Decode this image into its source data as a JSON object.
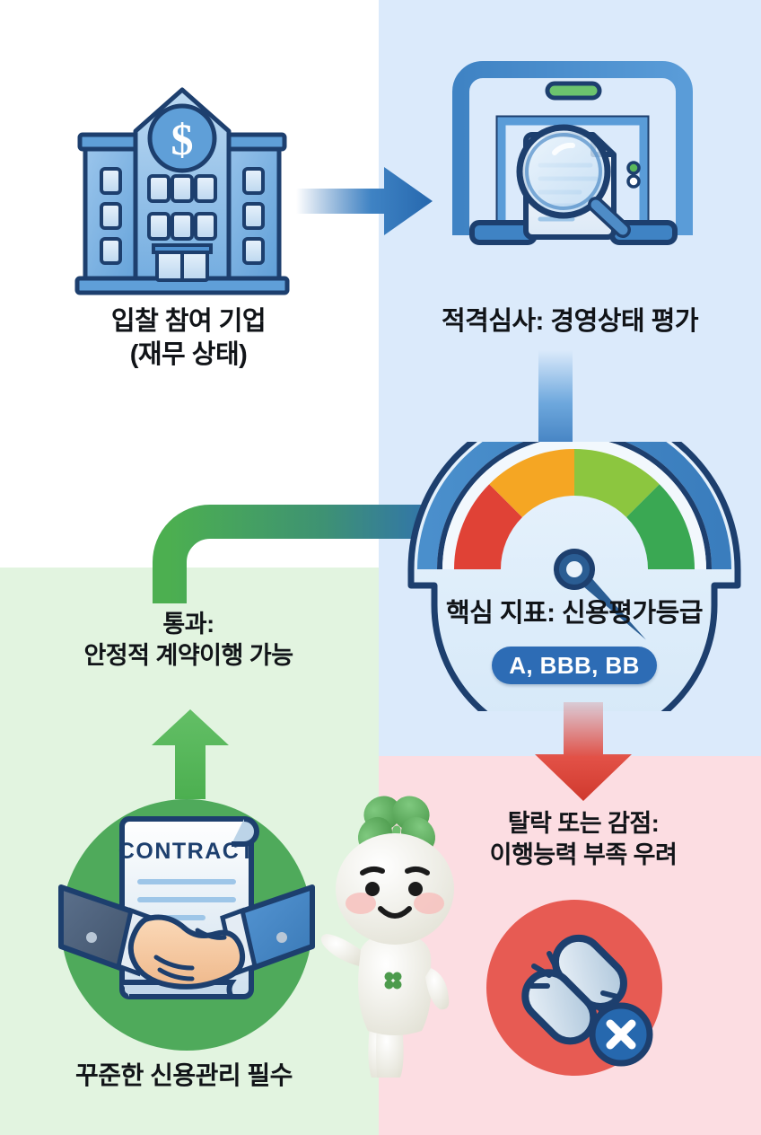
{
  "infographic": {
    "title_implicit": "입찰 적격심사 신용평가등급 흐름도",
    "colors": {
      "bg_white": "#ffffff",
      "bg_blue": "#dbeafb",
      "bg_green": "#e2f4e0",
      "bg_pink": "#fcdde2",
      "accent_blue": "#2d6cb5",
      "accent_green": "#45a845",
      "accent_red": "#e04236",
      "gauge_red": "#e04236",
      "gauge_orange": "#f5a623",
      "gauge_lightgreen": "#8cc63f",
      "gauge_green": "#3aa853",
      "text_dark": "#111418"
    }
  },
  "step_company": {
    "icon": "bank-building-icon",
    "caption": "입찰 참여 기업\n(재무 상태)"
  },
  "step_screening": {
    "icon": "security-scanner-document-magnifier-icon",
    "caption": "적격심사: 경영상태 평가"
  },
  "step_gauge": {
    "icon": "credit-rating-gauge-icon",
    "title": "핵심 지표: 신용평가등급",
    "badge": "A, BBB, BB",
    "needle_angle_deg": 45,
    "segments": [
      "red",
      "orange",
      "light-green",
      "green"
    ]
  },
  "step_pass": {
    "caption": "통과:\n안정적 계약이행 가능",
    "icon": "handshake-contract-icon",
    "document_label": "CONTRACT",
    "footer": "꾸준한 신용관리 필수"
  },
  "step_fail": {
    "caption": "탈락 또는 감점:\n이행능력 부족 우려",
    "icon": "broken-chain-icon",
    "badge_icon": "x-mark-icon"
  },
  "mascot": {
    "name": "clover-mascot",
    "description": "흰색 클로버 캐릭터"
  },
  "connectors": {
    "company_to_screening": "arrow-right-blue",
    "screening_to_gauge": "line-down-blue",
    "gauge_to_pass": "elbow-line-green",
    "pass_arrow": "arrow-up-green",
    "gauge_to_fail": "arrow-down-red"
  }
}
